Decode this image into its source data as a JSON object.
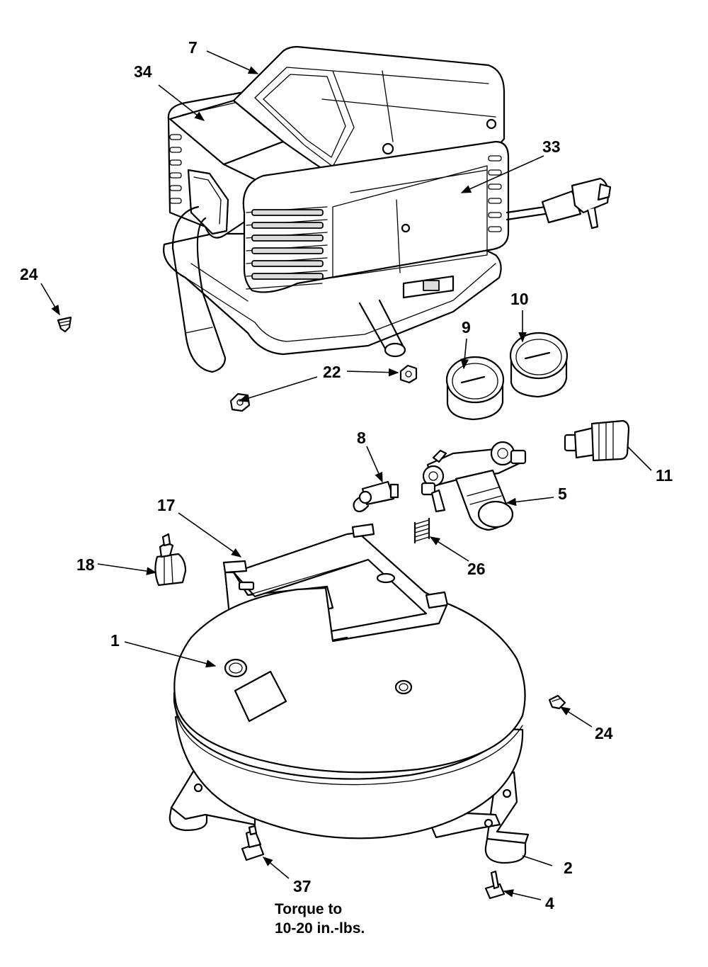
{
  "labels": {
    "p7": "7",
    "p34": "34",
    "p33": "33",
    "p24a": "24",
    "p22": "22",
    "p9": "9",
    "p10": "10",
    "p8": "8",
    "p11": "11",
    "p5": "5",
    "p17": "17",
    "p18": "18",
    "p26": "26",
    "p1": "1",
    "p24b": "24",
    "p2": "2",
    "p37": "37",
    "p4": "4"
  },
  "note": {
    "line1": "Torque to",
    "line2": "10-20 in.-lbs."
  }
}
